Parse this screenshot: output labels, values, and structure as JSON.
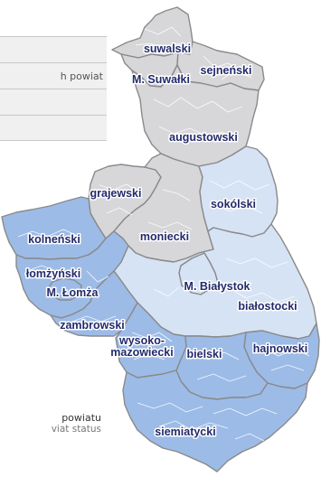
{
  "colors": {
    "grey": "#d7d7d9",
    "light_blue": "#d6e3f5",
    "blue": "#9dbbe7",
    "label": "#232a6b",
    "outline": "#8a8a8a"
  },
  "legend": {
    "rows": [
      "",
      "h powiat",
      "",
      ""
    ],
    "caption_line1": "powiatu",
    "caption_line2": "viat status"
  },
  "regions": [
    {
      "id": "suwalski",
      "name": "suwalski",
      "group": "grey"
    },
    {
      "id": "m-suwalki",
      "name": "M. Suwałki",
      "group": "grey"
    },
    {
      "id": "sejnenski",
      "name": "sejneński",
      "group": "grey"
    },
    {
      "id": "augustowski",
      "name": "augustowski",
      "group": "grey"
    },
    {
      "id": "grajewski",
      "name": "grajewski",
      "group": "grey"
    },
    {
      "id": "moniecki",
      "name": "moniecki",
      "group": "grey"
    },
    {
      "id": "sokolski",
      "name": "sokólski",
      "group": "light_blue"
    },
    {
      "id": "m-bialystok",
      "name": "M. Białystok",
      "group": "light_blue"
    },
    {
      "id": "bialostocki",
      "name": "białostocki",
      "group": "light_blue"
    },
    {
      "id": "kolnenski",
      "name": "kolneński",
      "group": "blue"
    },
    {
      "id": "lomzynski",
      "name": "łomżyński",
      "group": "blue"
    },
    {
      "id": "m-lomza",
      "name": "M. Łomża",
      "group": "blue"
    },
    {
      "id": "zambrowski",
      "name": "zambrowski",
      "group": "blue"
    },
    {
      "id": "wysokomazowiecki",
      "name": "wysoko-\nmazowiecki",
      "group": "blue"
    },
    {
      "id": "hajnowski",
      "name": "hajnowski",
      "group": "blue"
    },
    {
      "id": "bielski",
      "name": "bielski",
      "group": "blue"
    },
    {
      "id": "siemiatycki",
      "name": "siemiatycki",
      "group": "blue"
    }
  ]
}
